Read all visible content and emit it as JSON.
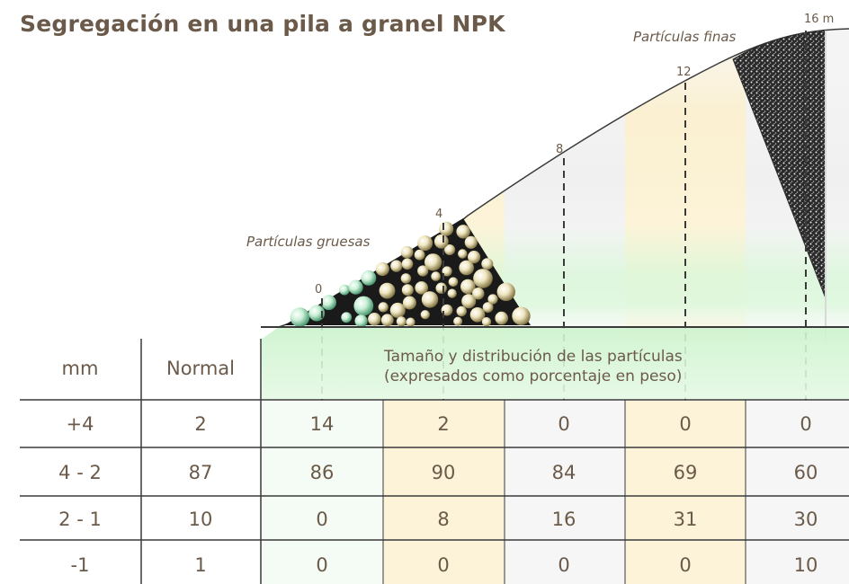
{
  "title": "Segregación en una pila a granel NPK",
  "labels": {
    "coarse": "Partículas gruesas",
    "fine": "Partículas finas"
  },
  "distance_markers": [
    "0",
    "4",
    "8",
    "12",
    "16 m"
  ],
  "table": {
    "col_mm": "mm",
    "col_normal": "Normal",
    "distribution_line1": "Tamaño y distribución de las partículas",
    "distribution_line2": "(expresados como porcentaje en peso)",
    "rows": [
      {
        "mm": "+4",
        "normal": "2",
        "values": [
          "14",
          "2",
          "0",
          "0",
          "0"
        ]
      },
      {
        "mm": "4 - 2",
        "normal": "87",
        "values": [
          "86",
          "90",
          "84",
          "69",
          "60"
        ]
      },
      {
        "mm": "2 - 1",
        "normal": "10",
        "values": [
          "0",
          "8",
          "16",
          "31",
          "30"
        ]
      },
      {
        "mm": "-1",
        "normal": "1",
        "values": [
          "0",
          "0",
          "0",
          "0",
          "10"
        ]
      }
    ]
  },
  "colors": {
    "text": "#6b5a49",
    "green": "#d6f7d6",
    "yellow": "#fbf1cf",
    "grey": "#efefef",
    "line": "#3a3a3a"
  }
}
